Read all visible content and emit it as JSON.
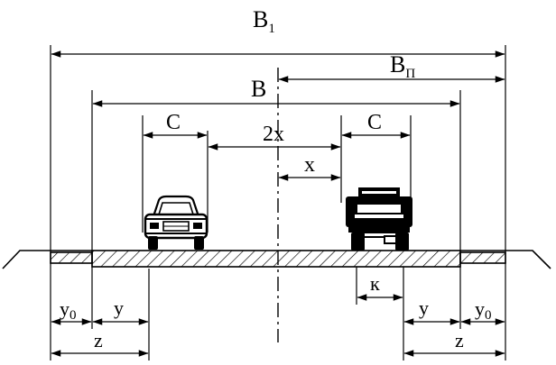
{
  "labels": {
    "b1": "B",
    "b1_sub": "1",
    "b": "B",
    "bp": "B",
    "bp_sub": "П",
    "c_left": "C",
    "c_right": "C",
    "two_x": "2x",
    "x": "x",
    "k": "к",
    "y_left": "y",
    "y0_left": "y",
    "y0_left_sub": "0",
    "z_left": "z",
    "y_right": "y",
    "y0_right": "y",
    "y0_right_sub": "0",
    "z_right": "z"
  },
  "icons": {
    "car": "passenger-car-icon",
    "truck": "truck-icon"
  },
  "colors": {
    "ink": "#000000",
    "background": "#ffffff"
  }
}
